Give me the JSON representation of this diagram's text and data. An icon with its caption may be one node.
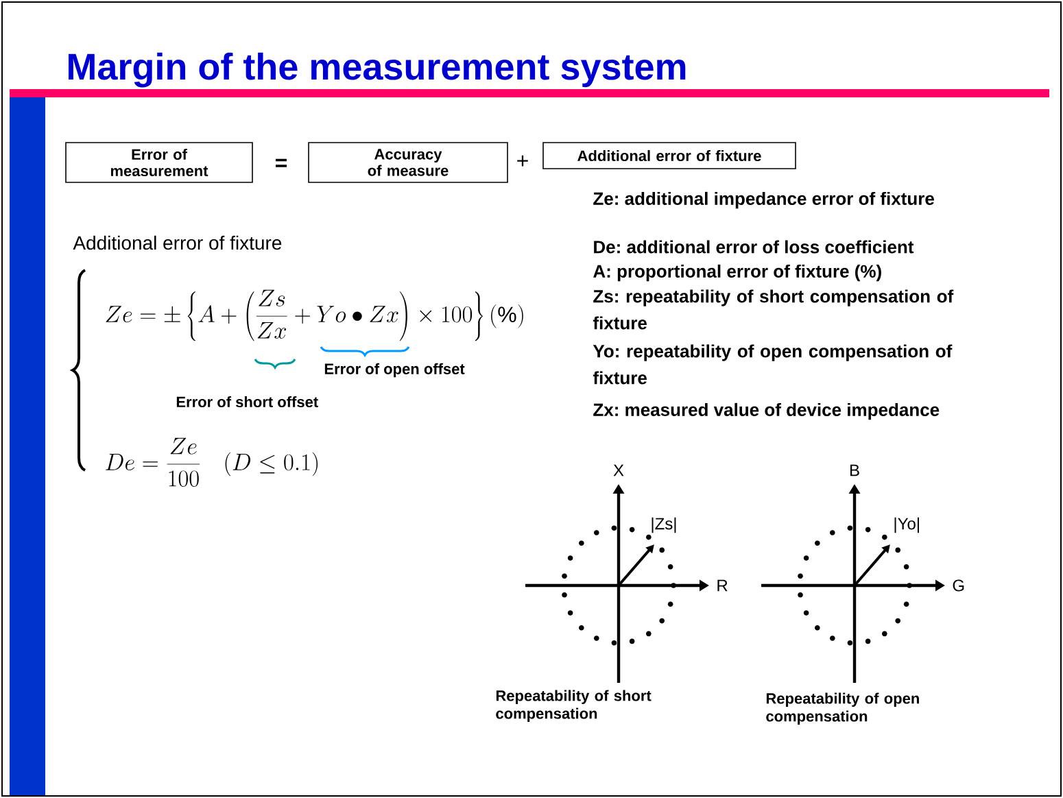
{
  "diagram": {
    "title": "Margin of the measurement system",
    "nodes": [
      {
        "text": [
          "Error of measurement"
        ]
      },
      {
        "text": [
          "Accuracy of measure"
        ]
      },
      {
        "text": [
          "Additional error of fixture"
        ]
      }
    ],
    "labels": [
      "=",
      "+",
      "Ze: additional impedance error of fixture",
      "Additional error of fixture",
      "De: additional error of loss coefficient",
      "A: proportional error of fixture (%)",
      "Ze=\\pm\\left\\{A+\\left(\\frac{Zs}{Zx}+Yo\\bullet Zx\\right)\\times 100\\right\\}(\\%)",
      "Zs: repeatability of short compensation of fixture",
      "Error of open offset",
      "Error of short offset",
      "Yo: repeatability of open compensation of fixture",
      "De=\\frac{Ze}{100}\\quad (D\\le 0.1)",
      "Zx: measured value of device impedance",
      "X",
      "B",
      "|Zs|",
      "|Yo|",
      "R",
      "G",
      "Repeatability of short compensation",
      "Repeatability of open compensation"
    ]
  }
}
